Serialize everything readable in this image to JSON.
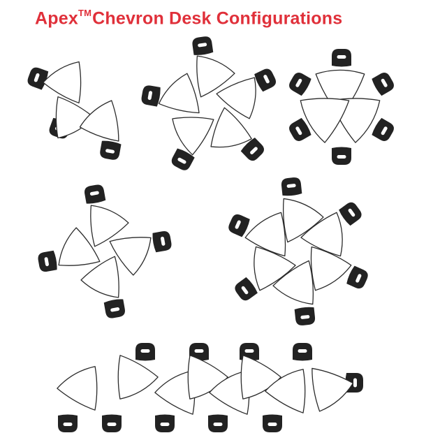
{
  "title": {
    "brand": "Apex",
    "trademark": "TM",
    "rest": "Chevron Desk Configurations"
  },
  "colors": {
    "title": "#e0303a",
    "desk_fill": "#ffffff",
    "desk_stroke": "#2b2b2b",
    "chair": "#222222",
    "chair_slot": "#ffffff"
  },
  "configurations": [
    {
      "name": "three-desk-diagonal",
      "desks": 3,
      "chairs": 3
    },
    {
      "name": "five-desk-pinwheel",
      "desks": 5,
      "chairs": 5
    },
    {
      "name": "three-desk-cluster",
      "desks": 3,
      "chairs": 6
    },
    {
      "name": "four-desk-pinwheel",
      "desks": 4,
      "chairs": 4
    },
    {
      "name": "six-desk-flower",
      "desks": 6,
      "chairs": 6
    },
    {
      "name": "eight-desk-serpentine",
      "desks": 8,
      "chairs": 10
    }
  ]
}
